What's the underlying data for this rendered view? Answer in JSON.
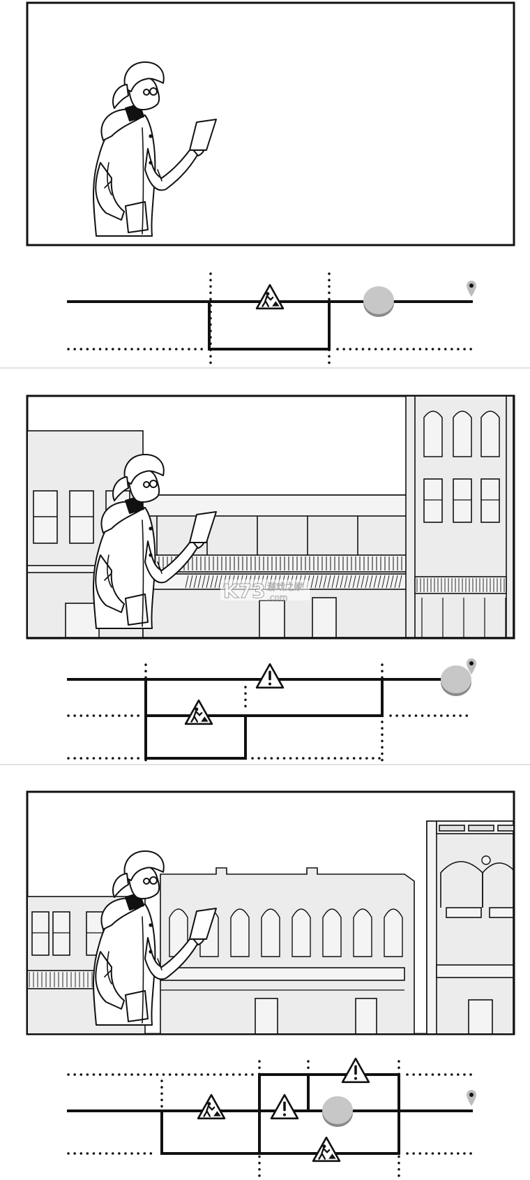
{
  "colors": {
    "ink": "#111111",
    "panel_bg": "#ffffff",
    "building_fill": "#ececec",
    "building_fill_dark": "#dcdcdc",
    "token_fill": "#c4c4c4",
    "divider": "#d9d9d9",
    "watermark": "#ffffff"
  },
  "watermark": {
    "brand": "K73",
    "tagline": "游戏之家",
    "domain": ".com"
  },
  "icons": {
    "construction": "construction-warning-icon",
    "warning": "warning-icon",
    "destination": "destination-pin-icon",
    "player": "player-token-icon"
  },
  "levels": [
    {
      "id": "level-1",
      "scene": "empty",
      "track": {
        "main_line": "solid",
        "detour_box": true,
        "hazards": [
          "construction"
        ],
        "player_progress": 0.79,
        "destination_visible": true
      }
    },
    {
      "id": "level-2",
      "scene": "two-story-street",
      "track": {
        "lanes": 3,
        "hazards": [
          "warning",
          "construction"
        ],
        "player_progress": 0.95,
        "destination_visible": true
      }
    },
    {
      "id": "level-3",
      "scene": "arched-storefronts",
      "track": {
        "lanes": 3,
        "hazards": [
          "construction",
          "warning",
          "warning",
          "construction"
        ],
        "player_progress": 0.69,
        "destination_visible": true
      }
    }
  ]
}
